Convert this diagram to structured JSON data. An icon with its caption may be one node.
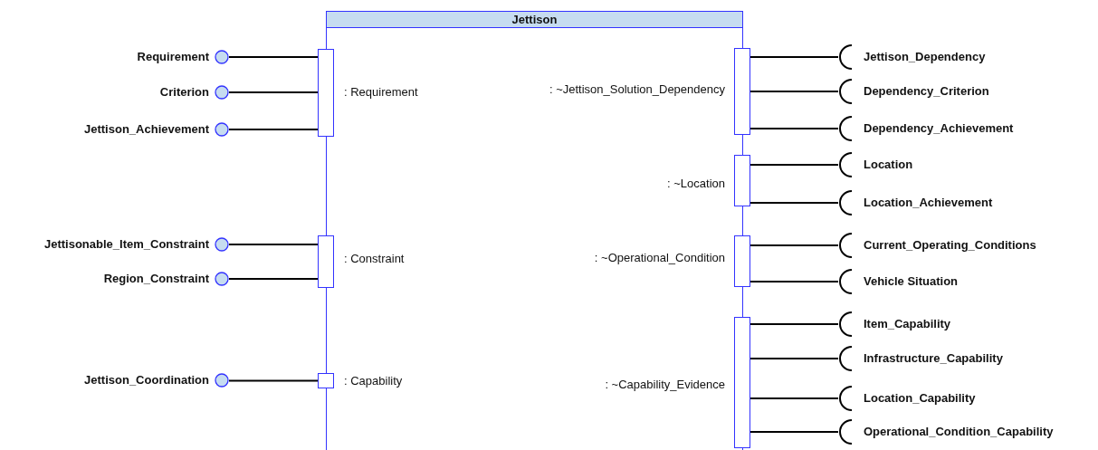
{
  "diagram": {
    "nodes": [
      {
        "text": [
          "Jettison"
        ]
      },
      {
        "text": [],
        "shape": "box",
        "beside": [
          ": Requirement"
        ]
      },
      {
        "text": [],
        "shape": "box",
        "beside": [
          ": Constraint"
        ]
      },
      {
        "text": [],
        "shape": "box",
        "beside": [
          ": Capability"
        ]
      },
      {
        "text": [
          "Requirement"
        ]
      },
      {
        "text": [
          "Criterion"
        ]
      },
      {
        "text": [
          "Jettison_Achievement"
        ]
      },
      {
        "text": [
          "Jettisonable_Item_Constraint"
        ]
      },
      {
        "text": [
          "Region_Constraint"
        ]
      },
      {
        "text": [
          "Jettison_Coordination"
        ]
      },
      {
        "text": [],
        "shape": "box",
        "beside": [
          ": ~Jettison_Solution_Dependency"
        ]
      },
      {
        "text": [],
        "shape": "box",
        "beside": [
          ": ~Location"
        ]
      },
      {
        "text": [],
        "shape": "box",
        "beside": [
          ": ~Operational_Condition"
        ]
      },
      {
        "text": [],
        "shape": "box",
        "beside": [
          ": ~Capability_Evidence"
        ]
      },
      {
        "text": [
          "Jettison_Dependency"
        ]
      },
      {
        "text": [
          "Dependency_Criterion"
        ]
      },
      {
        "text": [
          "Dependency_Achievement"
        ]
      },
      {
        "text": [
          "Location"
        ]
      },
      {
        "text": [
          "Location_Achievement"
        ]
      },
      {
        "text": [
          "Current_Operating_Conditions"
        ]
      },
      {
        "text": [
          "Vehicle Situation"
        ]
      },
      {
        "text": [
          "Item_Capability"
        ]
      },
      {
        "text": [
          "Infrastructure_Capability"
        ]
      },
      {
        "text": [
          "Location_Capability"
        ]
      },
      {
        "text": [
          "Operational_Condition_Capability"
        ]
      }
    ],
    "edges": [
      {
        "from": 4,
        "to": 1,
        "arrow": "none"
      },
      {
        "from": 5,
        "to": 1,
        "arrow": "none"
      },
      {
        "from": 6,
        "to": 1,
        "arrow": "none"
      },
      {
        "from": 7,
        "to": 2,
        "arrow": "none"
      },
      {
        "from": 8,
        "to": 2,
        "arrow": "none"
      },
      {
        "from": 9,
        "to": 3,
        "arrow": "none"
      },
      {
        "from": 10,
        "to": 14,
        "arrow": "none"
      },
      {
        "from": 10,
        "to": 15,
        "arrow": "none"
      },
      {
        "from": 10,
        "to": 16,
        "arrow": "none"
      },
      {
        "from": 11,
        "to": 17,
        "arrow": "none"
      },
      {
        "from": 11,
        "to": 18,
        "arrow": "none"
      },
      {
        "from": 12,
        "to": 19,
        "arrow": "none"
      },
      {
        "from": 12,
        "to": 20,
        "arrow": "none"
      },
      {
        "from": 13,
        "to": 21,
        "arrow": "none"
      },
      {
        "from": 13,
        "to": 22,
        "arrow": "none"
      },
      {
        "from": 13,
        "to": 23,
        "arrow": "none"
      },
      {
        "from": 13,
        "to": 24,
        "arrow": "none"
      }
    ]
  }
}
